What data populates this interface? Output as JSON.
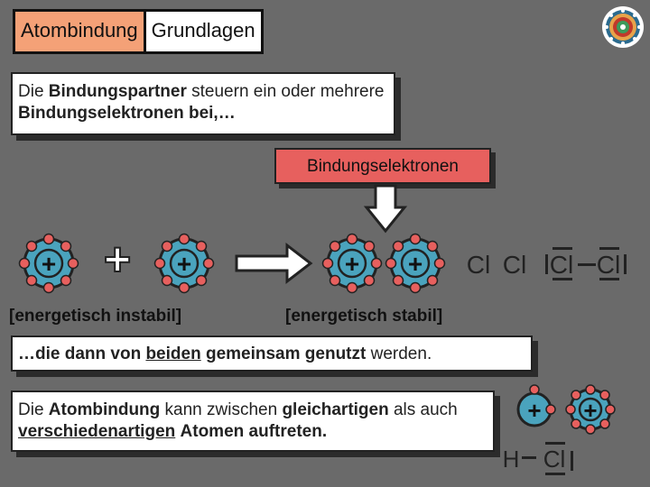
{
  "title": {
    "part1": "Atombindung",
    "part2": "Grundlagen"
  },
  "intro": {
    "t1": "Die ",
    "t2": "Bindungspartner",
    "t3": " steuern ein oder mehrere ",
    "t4": "Bindungselektronen",
    "t5": " bei,…"
  },
  "bond_label": "Bindungselektronen",
  "state_unstable": "[energetisch instabil]",
  "state_stable": "[energetisch stabil]",
  "shared": {
    "t1": "…die dann von ",
    "t2": "beiden",
    "t3": " ",
    "t4": "gemeinsam",
    "t5": " ",
    "t6": "genutzt",
    "t7": " werden."
  },
  "kinds": {
    "t1": "Die ",
    "t2": "Atombindung",
    "t3": " kann zwischen ",
    "t4": "gleichartigen",
    "t5": " als auch ",
    "t6": "verschiedenartigen",
    "t7": " ",
    "t8": "Atomen",
    "t9": " ",
    "t10": "auftreten."
  },
  "symbols": {
    "plus": "+",
    "cl": "Cl",
    "h": "H"
  },
  "colors": {
    "atom_fill": "#4aa3bd",
    "electron": "#e7605e",
    "title_accent": "#f4a177",
    "background": "#6a6a6a"
  }
}
